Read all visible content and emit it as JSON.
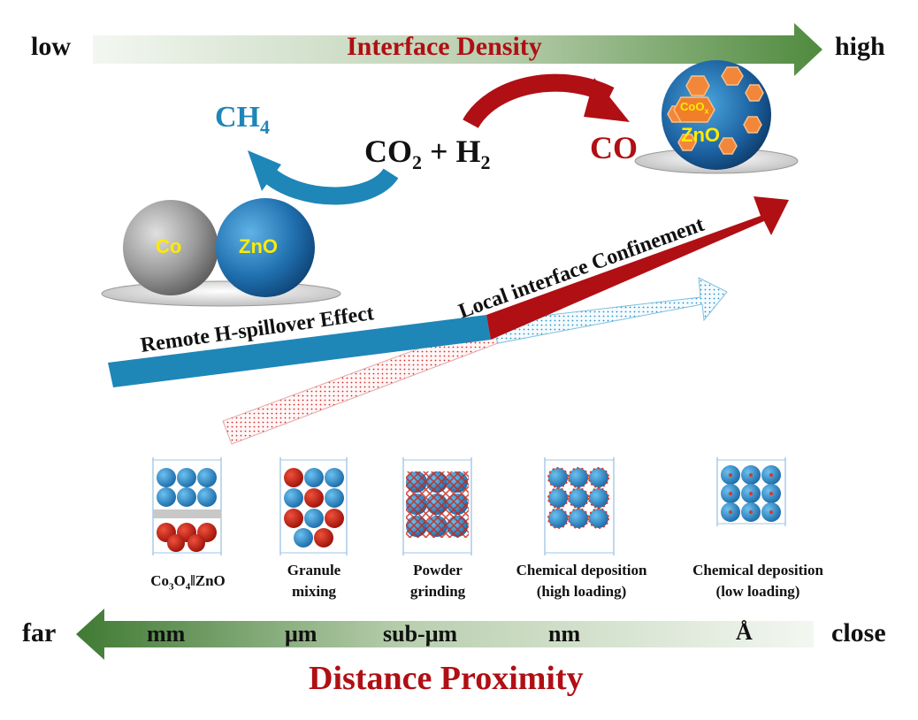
{
  "top_axis": {
    "left_label": "low",
    "right_label": "high",
    "title": "Interface Density"
  },
  "bottom_axis": {
    "left_label": "far",
    "right_label": "close",
    "title": "Distance Proximity",
    "ticks": [
      "mm",
      "μm",
      "sub-μm",
      "nm",
      "Å"
    ]
  },
  "reaction": {
    "reactants": {
      "co2": "CO",
      "co2_sub": "2",
      "plus": " + ",
      "h2": "H",
      "h2_sub": "2"
    },
    "product_left": {
      "main": "CH",
      "sub": "4"
    },
    "product_right": "CO"
  },
  "spheres": {
    "co_label": "Co",
    "zno_label": "ZnO",
    "coox_main": "CoO",
    "coox_sub": "x",
    "zno_big_label": "ZnO"
  },
  "effects": {
    "remote": "Remote H-spillover Effect",
    "local": "Local interface Confinement"
  },
  "methods": [
    {
      "line1_main": "Co",
      "line1_sub1": "3",
      "line1_mid": "O",
      "line1_sub2": "4",
      "line1_end": "‖ZnO",
      "line2": ""
    },
    {
      "line1": "Granule",
      "line2": "mixing"
    },
    {
      "line1": "Powder",
      "line2": "grinding"
    },
    {
      "line1": "Chemical deposition",
      "line2": "(high loading)"
    },
    {
      "line1": "Chemical deposition",
      "line2": "(low loading)"
    }
  ],
  "colors": {
    "blue": "#1f86b8",
    "red": "#b00f14",
    "green_arrow": "#4a7d3a",
    "text": "#111111"
  }
}
